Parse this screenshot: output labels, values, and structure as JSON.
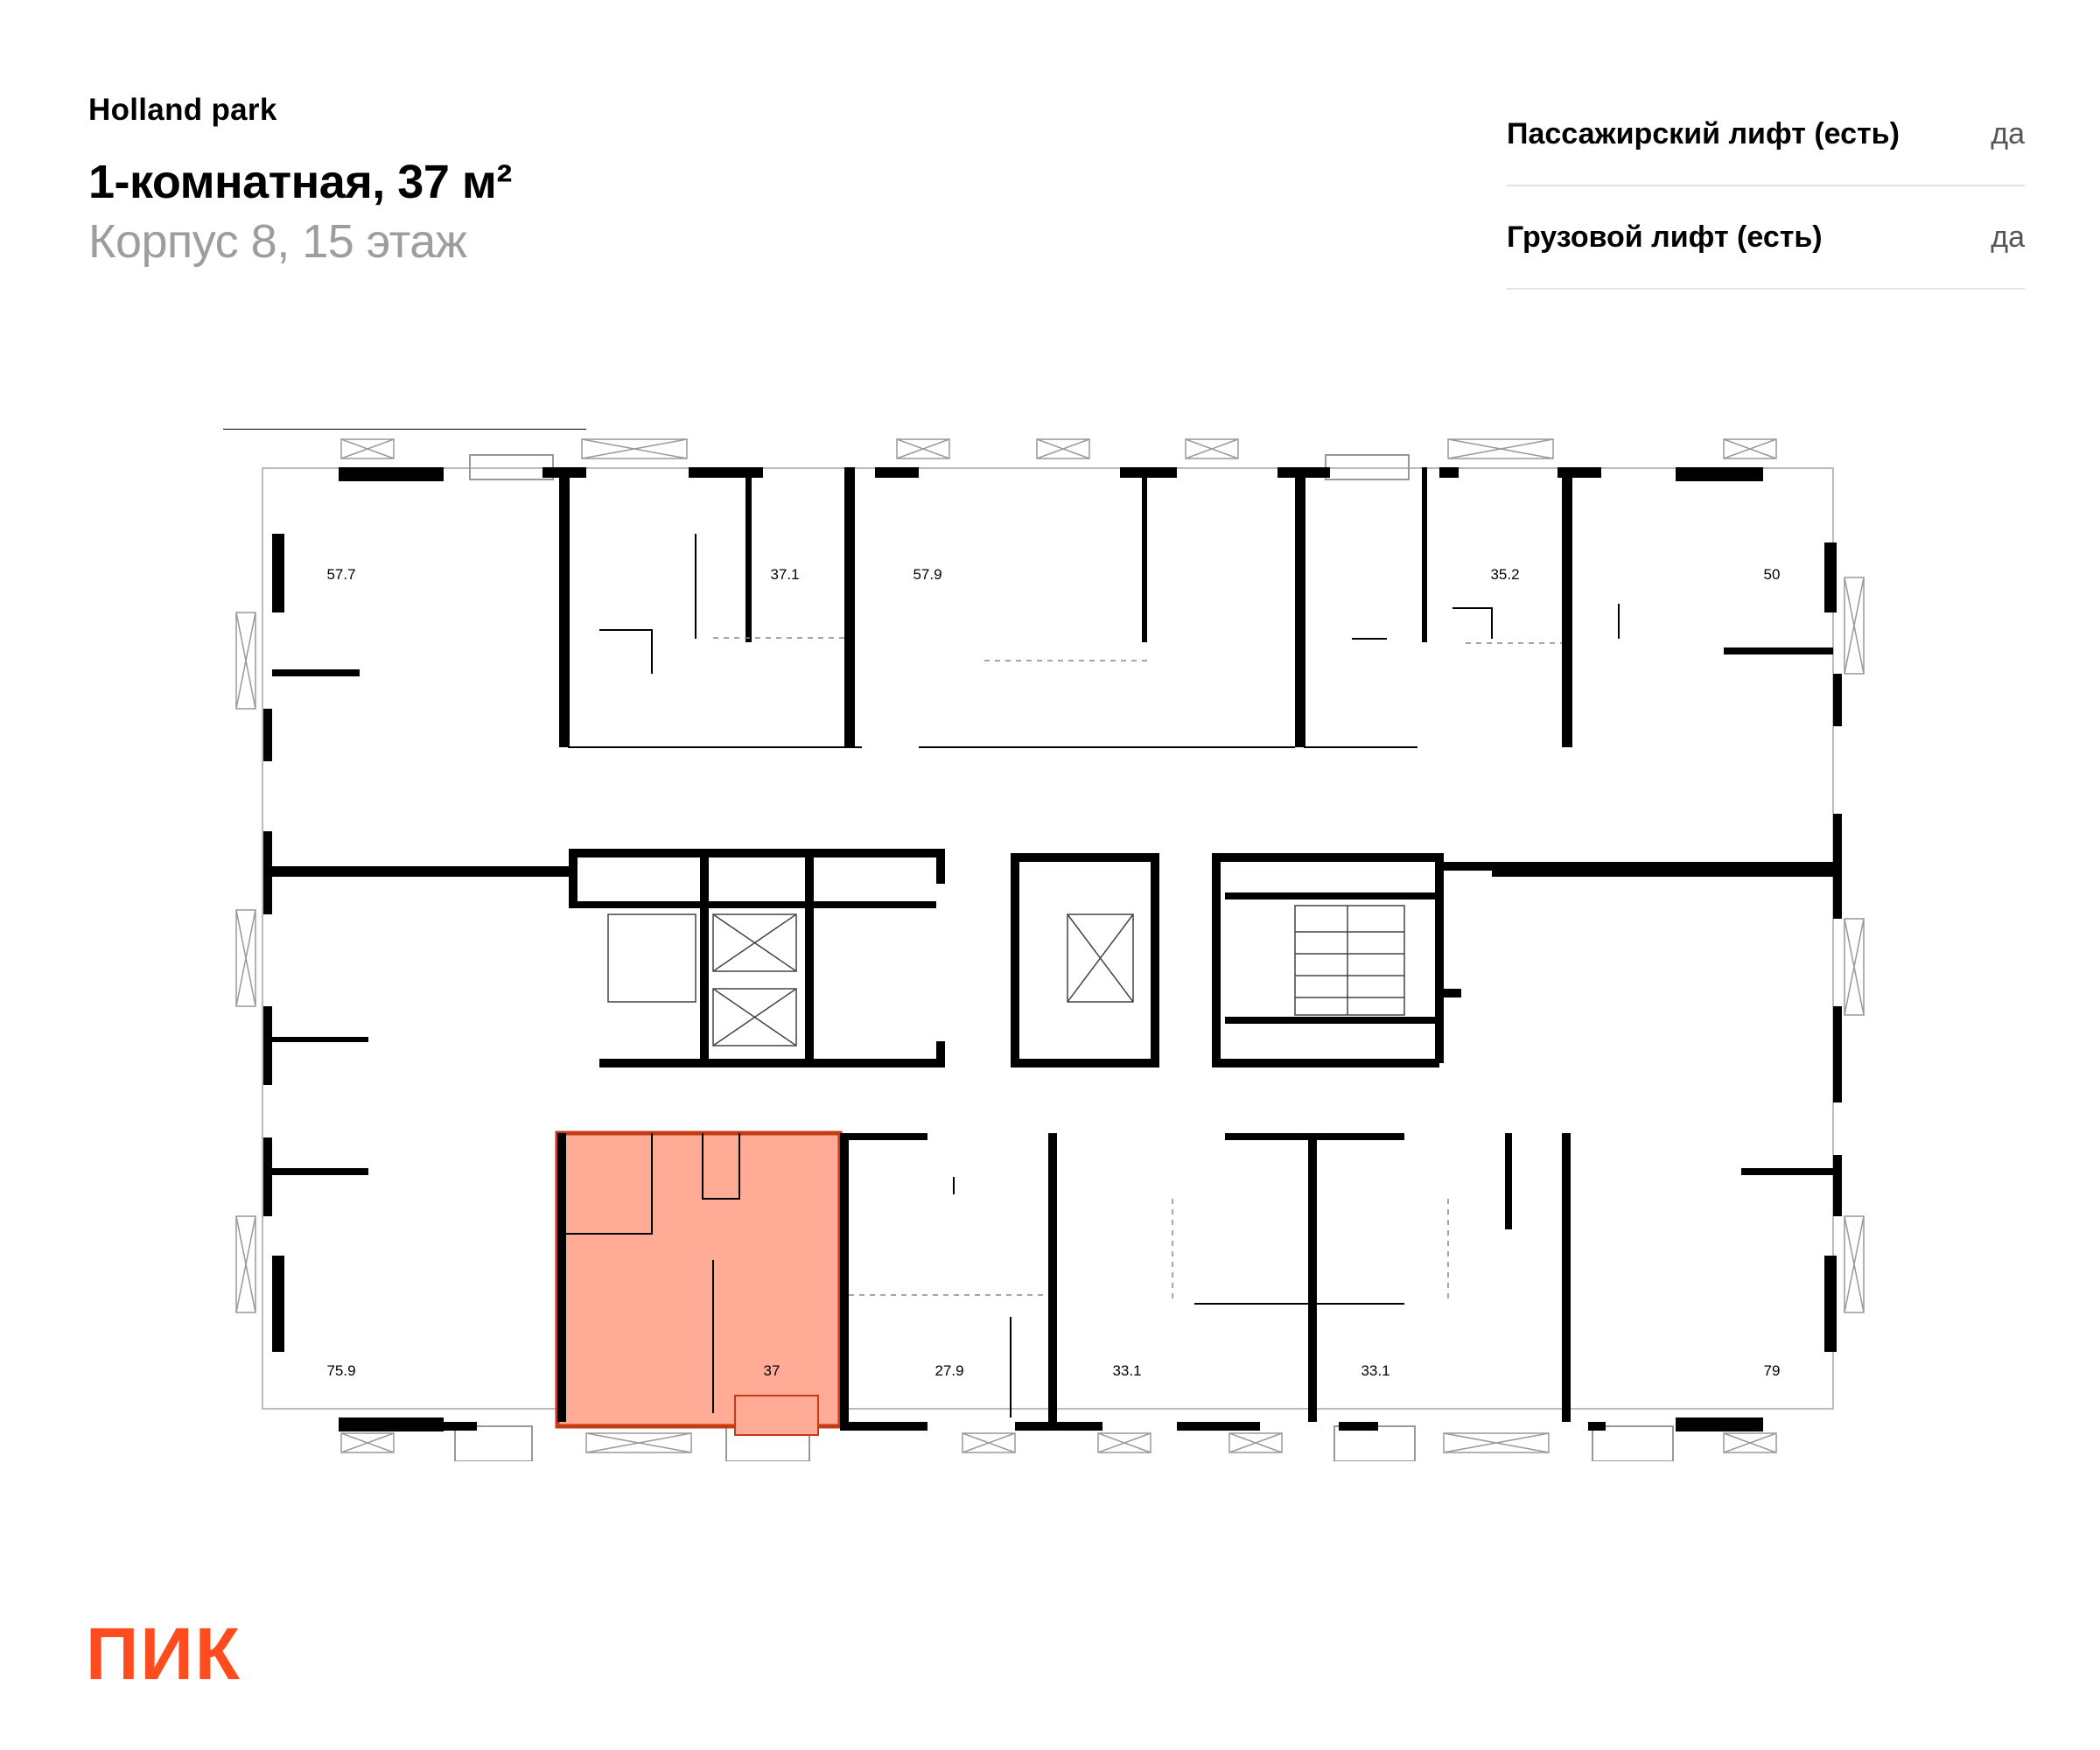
{
  "header": {
    "project": "Holland park",
    "title": "1-комнатная, 37 м²",
    "subtitle": "Корпус 8, 15 этаж"
  },
  "specs": [
    {
      "name": "Пассажирский лифт (есть)",
      "value": "да"
    },
    {
      "name": "Грузовой лифт (есть)",
      "value": "да"
    }
  ],
  "plan": {
    "units": [
      {
        "id": "u1",
        "area": "57.7"
      },
      {
        "id": "u2",
        "area": "37.1"
      },
      {
        "id": "u3",
        "area": "57.9"
      },
      {
        "id": "u4",
        "area": "35.2"
      },
      {
        "id": "u5",
        "area": "50"
      },
      {
        "id": "u6",
        "area": "75.9"
      },
      {
        "id": "u7",
        "area": "37",
        "selected": true
      },
      {
        "id": "u8",
        "area": "27.9"
      },
      {
        "id": "u9",
        "area": "33.1"
      },
      {
        "id": "u10",
        "area": "33.1"
      },
      {
        "id": "u11",
        "area": "79"
      }
    ],
    "highlight_fill": "#ffab95",
    "highlight_stroke": "#c73a14",
    "wall_color": "#000000"
  },
  "logo": {
    "text": "ПИК",
    "color": "#ff4c1f"
  }
}
